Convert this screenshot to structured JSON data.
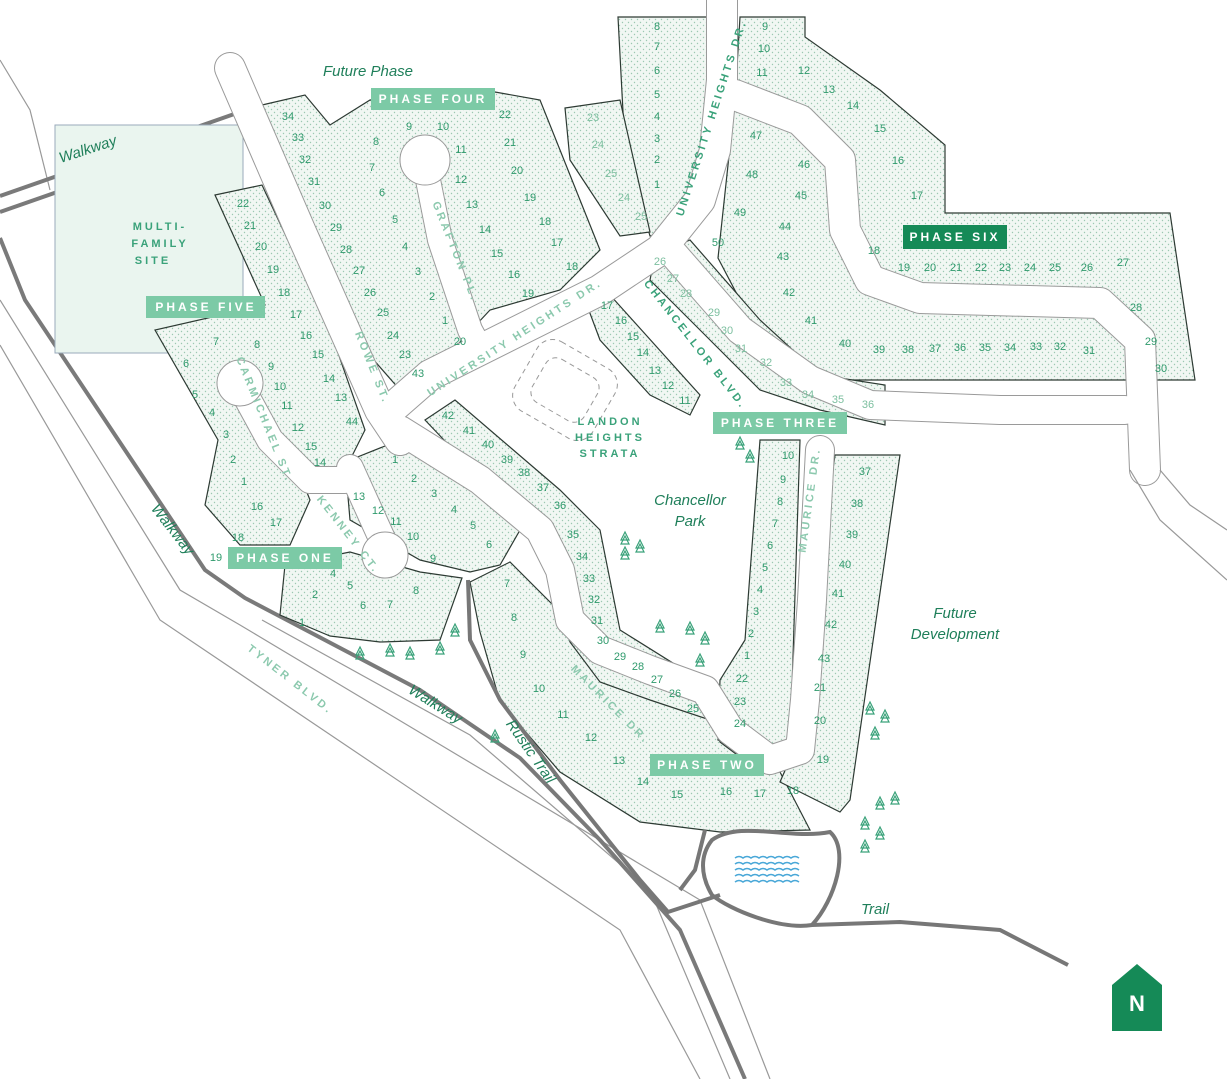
{
  "colors": {
    "accent": "#158a57",
    "phase_label": "#7ccaa6",
    "lot_text": "#2f9a6c",
    "water": "#4aa8d8",
    "lot_fill": "#eef6f1"
  },
  "labels": {
    "future_phase": "Future Phase",
    "walkway": "Walkway",
    "multi_family_site": [
      "MULTI-",
      "FAMILY",
      "SITE"
    ],
    "landon_heights_strata": [
      "LANDON",
      "HEIGHTS",
      "STRATA"
    ],
    "chancellor_park": [
      "Chancellor",
      "Park"
    ],
    "future_development": [
      "Future",
      "Development"
    ],
    "rustic_trail": "Rustic Trail",
    "trail": "Trail",
    "north": "N"
  },
  "streets": {
    "university_heights_dr": "UNIVERSITY HEIGHTS DR.",
    "chancellor_blvd": "CHANCELLOR BLVD.",
    "rowe_st": "ROWE ST.",
    "grafton_pl": "GRAFTON PL.",
    "carmichael_st": "CARMICHAEL ST.",
    "kenney_ct": "KENNEY CT.",
    "maurice_dr": "MAURICE DR.",
    "tyner_blvd": "TYNER BLVD."
  },
  "phases": {
    "one": "PHASE ONE",
    "two": "PHASE TWO",
    "three": "PHASE THREE",
    "four": "PHASE FOUR",
    "five": "PHASE FIVE",
    "six": "PHASE SIX"
  },
  "lots": {
    "phase_six": [
      "8",
      "7",
      "6",
      "5",
      "4",
      "3",
      "2",
      "1",
      "9",
      "10",
      "11",
      "12",
      "13",
      "14",
      "15",
      "16",
      "17",
      "18",
      "19",
      "20",
      "21",
      "22",
      "23",
      "24",
      "25",
      "26",
      "27",
      "28",
      "29",
      "30",
      "31",
      "32",
      "33",
      "34",
      "35",
      "36",
      "37",
      "38",
      "39",
      "40",
      "41",
      "42",
      "43",
      "44",
      "45",
      "46",
      "47",
      "48",
      "49",
      "50"
    ],
    "phase_four": [
      "23",
      "24",
      "25",
      "24",
      "25",
      "8",
      "7",
      "6",
      "5",
      "4",
      "3",
      "2",
      "1",
      "20",
      "9",
      "10",
      "11",
      "12",
      "13",
      "14",
      "15",
      "16",
      "19",
      "22",
      "21",
      "20",
      "19",
      "18",
      "17",
      "18"
    ],
    "rowe_east": [
      "34",
      "33",
      "32",
      "31",
      "30",
      "29",
      "28",
      "27",
      "26",
      "25",
      "24",
      "23",
      "43"
    ],
    "phase_five": [
      "22",
      "21",
      "20",
      "19",
      "18",
      "17",
      "16",
      "15",
      "14",
      "13",
      "44",
      "12",
      "11",
      "10",
      "9",
      "8",
      "7",
      "6",
      "5",
      "4",
      "3",
      "2",
      "1",
      "15",
      "14"
    ],
    "phase_one": [
      "1",
      "2",
      "3",
      "4",
      "5",
      "6",
      "13",
      "12",
      "11",
      "10",
      "9",
      "8",
      "7",
      "6",
      "5",
      "4",
      "2",
      "1",
      "16",
      "17",
      "18",
      "19"
    ],
    "phase_two": [
      "42",
      "41",
      "40",
      "39",
      "38",
      "37",
      "36",
      "35",
      "34",
      "33",
      "32",
      "31",
      "30",
      "29",
      "28",
      "27",
      "26",
      "25",
      "7",
      "8",
      "9",
      "10",
      "11",
      "12",
      "13",
      "14",
      "15",
      "16",
      "17",
      "18"
    ],
    "phase_three": [
      "26",
      "27",
      "28",
      "29",
      "30",
      "31",
      "32",
      "33",
      "34",
      "35",
      "36",
      "17",
      "16",
      "15",
      "14",
      "13",
      "12",
      "11",
      "10",
      "9",
      "8",
      "7",
      "6",
      "5",
      "4",
      "3",
      "2",
      "1",
      "22",
      "23",
      "24",
      "37",
      "38",
      "39",
      "40",
      "41",
      "42",
      "43",
      "21",
      "20",
      "19"
    ]
  }
}
